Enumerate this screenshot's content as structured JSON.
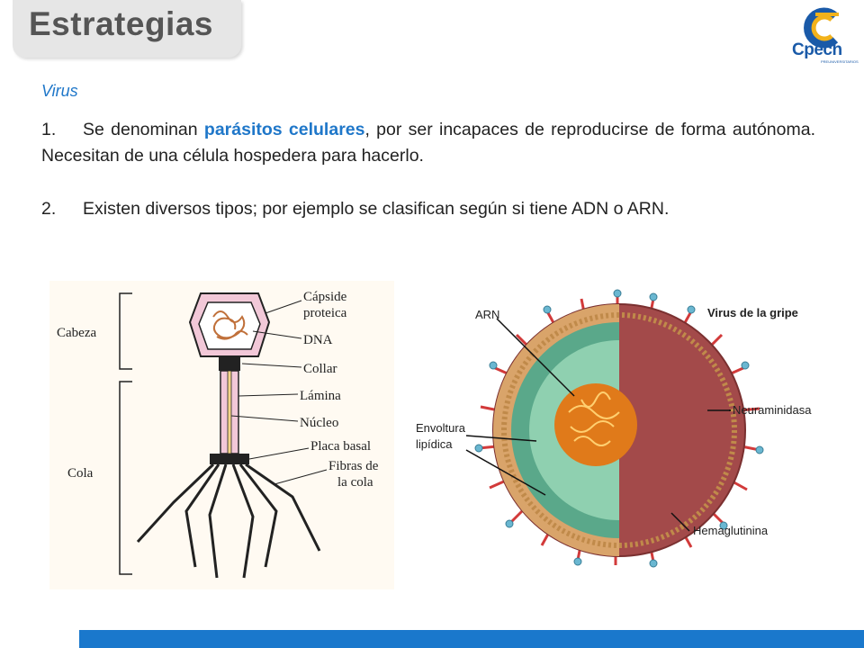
{
  "header": {
    "title": "Estrategias",
    "logo": {
      "word": "Cpech",
      "tagline": "PREUNIVERSITARIOS"
    }
  },
  "content": {
    "subtitle": "Virus",
    "points": [
      {
        "number": "1.",
        "before": "Se denominan ",
        "highlight": "parásitos celulares",
        "after": ", por ser incapaces de reproducirse de forma autónoma. Necesitan de una célula hospedera para hacerlo."
      },
      {
        "number": "2.",
        "text": "Existen diversos tipos; por ejemplo se clasifican según si tiene  ADN o ARN."
      }
    ]
  },
  "bacteriophage_figure": {
    "labels": {
      "cabeza": "Cabeza",
      "cola": "Cola",
      "capside_1": "Cápside",
      "capside_2": "proteica",
      "dna": "DNA",
      "collar": "Collar",
      "lamina": "Lámina",
      "nucleo": "Núcleo",
      "placa_basal": "Placa basal",
      "fibras_1": "Fibras de",
      "fibras_2": "la cola"
    }
  },
  "flu_figure": {
    "labels": {
      "title": "Virus de la gripe",
      "arn": "ARN",
      "envoltura_1": "Envoltura",
      "envoltura_2": "lipídica",
      "neuraminidasa": "Neuraminidasa",
      "hemaglutinina": "Hemaglutinina"
    }
  },
  "colors": {
    "accent": "#1f77c9",
    "title_gray": "#555555",
    "bar_blue": "#1a78cc"
  }
}
